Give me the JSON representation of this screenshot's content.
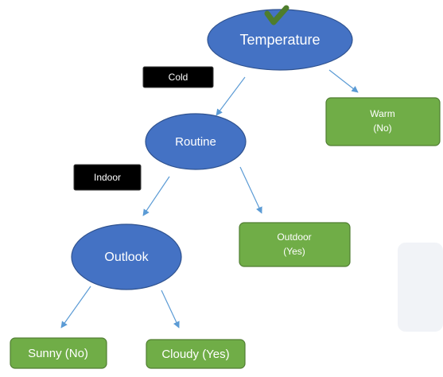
{
  "diagram": {
    "root": {
      "label": "Temperature"
    },
    "branch_labels": {
      "cold": "Cold",
      "indoor": "Indoor"
    },
    "nodes": {
      "routine": {
        "label": "Routine"
      },
      "outlook": {
        "label": "Outlook"
      }
    },
    "leaves": {
      "warm": {
        "line1": "Warm",
        "line2": "(No)"
      },
      "outdoor": {
        "line1": "Outdoor",
        "line2": "(Yes)"
      },
      "sunny": {
        "label": "Sunny (No)"
      },
      "cloudy": {
        "label": "Cloudy (Yes)"
      }
    }
  },
  "colors": {
    "decision_node": "#4472C4",
    "leaf_node": "#70AD47",
    "branch_tag": "#000000",
    "arrow": "#5B9BD5",
    "check": "#4E7D2C"
  },
  "icons": {
    "root_marker": "checkmark-icon"
  }
}
